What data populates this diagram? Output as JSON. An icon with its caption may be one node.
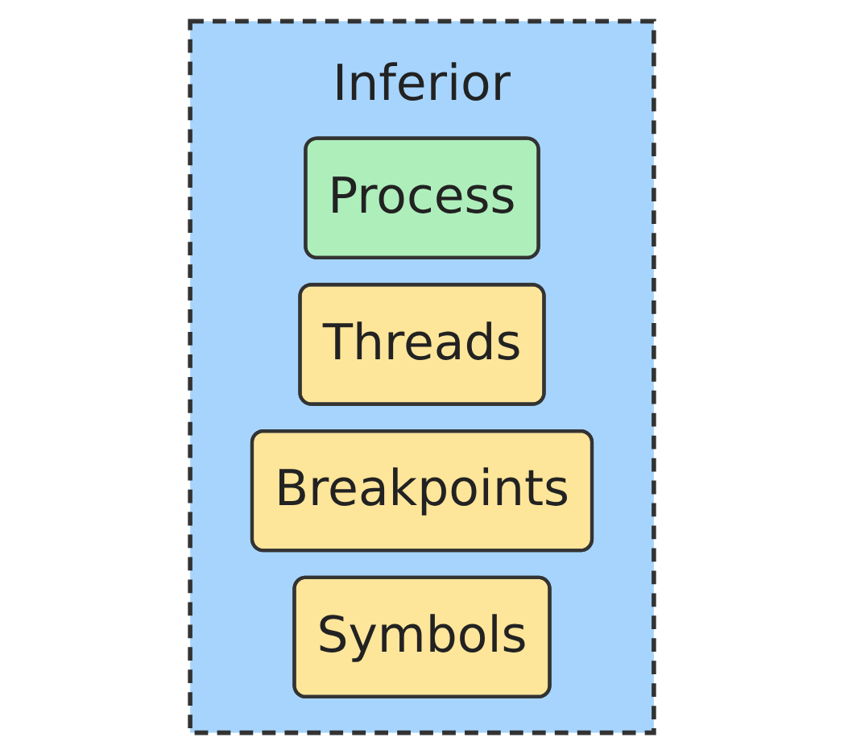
{
  "diagram": {
    "nodes": [
      {
        "text": [
          "Inferior"
        ]
      },
      {
        "text": [
          "Process"
        ],
        "in": 0
      },
      {
        "text": [
          "Threads"
        ],
        "in": 0
      },
      {
        "text": [
          "Breakpoints"
        ],
        "in": 0
      },
      {
        "text": [
          "Symbols"
        ],
        "in": 0
      }
    ]
  }
}
